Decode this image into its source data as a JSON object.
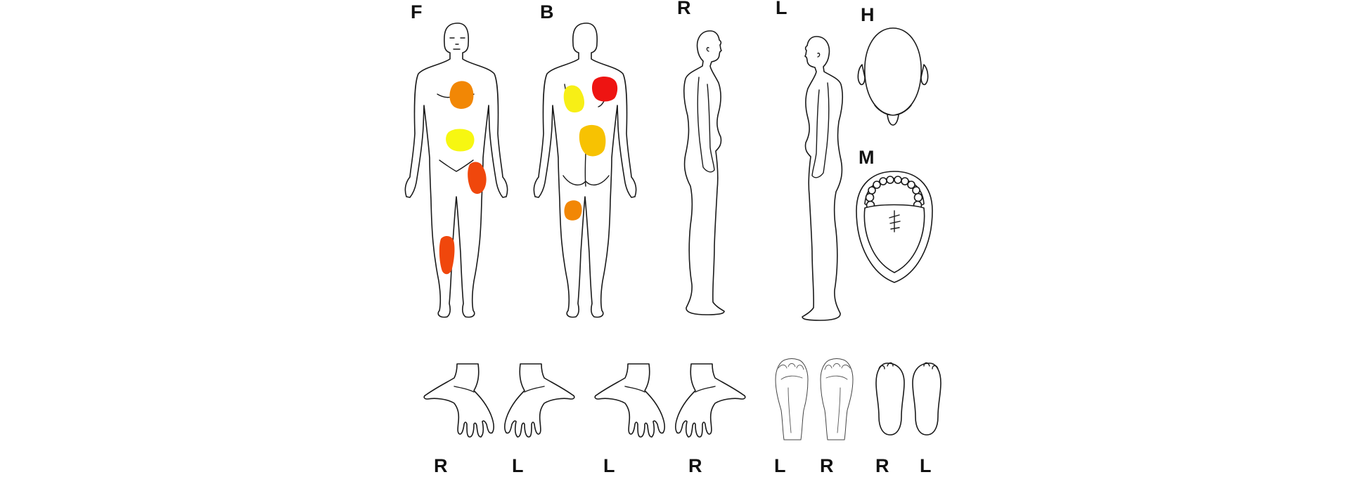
{
  "views": {
    "front": "F",
    "back": "B",
    "right_side": "R",
    "left_side": "L",
    "head": "H",
    "mouth": "M"
  },
  "bottom_labels": {
    "hand_1": "R",
    "hand_2": "L",
    "hand_3": "L",
    "hand_4": "R",
    "foot_top_1": "L",
    "foot_top_2": "R",
    "sole_1": "R",
    "sole_2": "L"
  },
  "markings": {
    "front": [
      {
        "region": "right-upper-chest",
        "color": "#f28705"
      },
      {
        "region": "upper-abdomen",
        "color": "#f7f711"
      },
      {
        "region": "left-groin-thigh",
        "color": "#f0470c"
      },
      {
        "region": "right-knee",
        "color": "#f0470c"
      }
    ],
    "back": [
      {
        "region": "left-shoulder-blade",
        "color": "#f7ef16"
      },
      {
        "region": "right-shoulder-blade",
        "color": "#ee1412"
      },
      {
        "region": "mid-back",
        "color": "#f7c202"
      },
      {
        "region": "left-posterior-thigh",
        "color": "#f28705"
      }
    ]
  }
}
